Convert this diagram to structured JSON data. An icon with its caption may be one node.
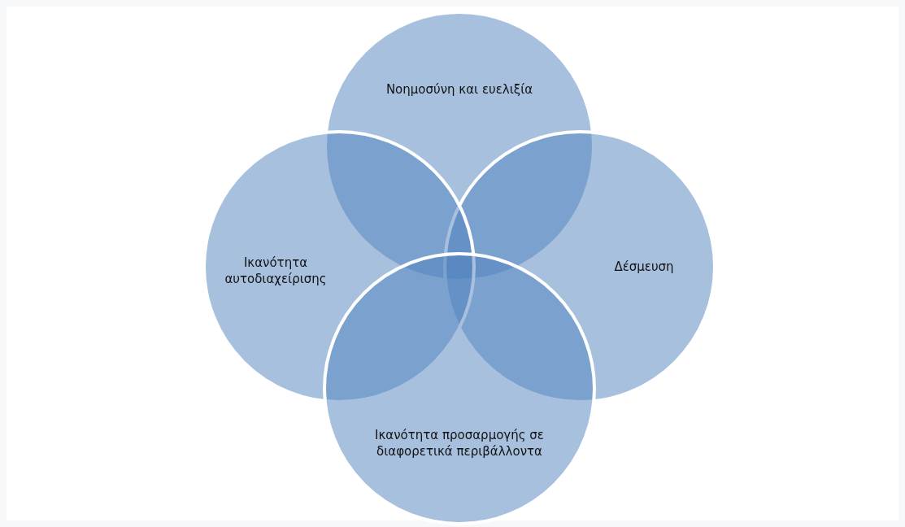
{
  "diagram": {
    "nodes": [
      {
        "text": [
          "Νοημοσύνη και ευελιξία"
        ]
      },
      {
        "text": [
          "Ικανότητα αυτοδιαχείρισης"
        ]
      },
      {
        "text": [
          "Δέσμευση"
        ]
      },
      {
        "text": [
          "Ικανότητα προσαρμογής σε διαφορετικά περιβάλλοντα"
        ]
      }
    ],
    "edges": []
  }
}
